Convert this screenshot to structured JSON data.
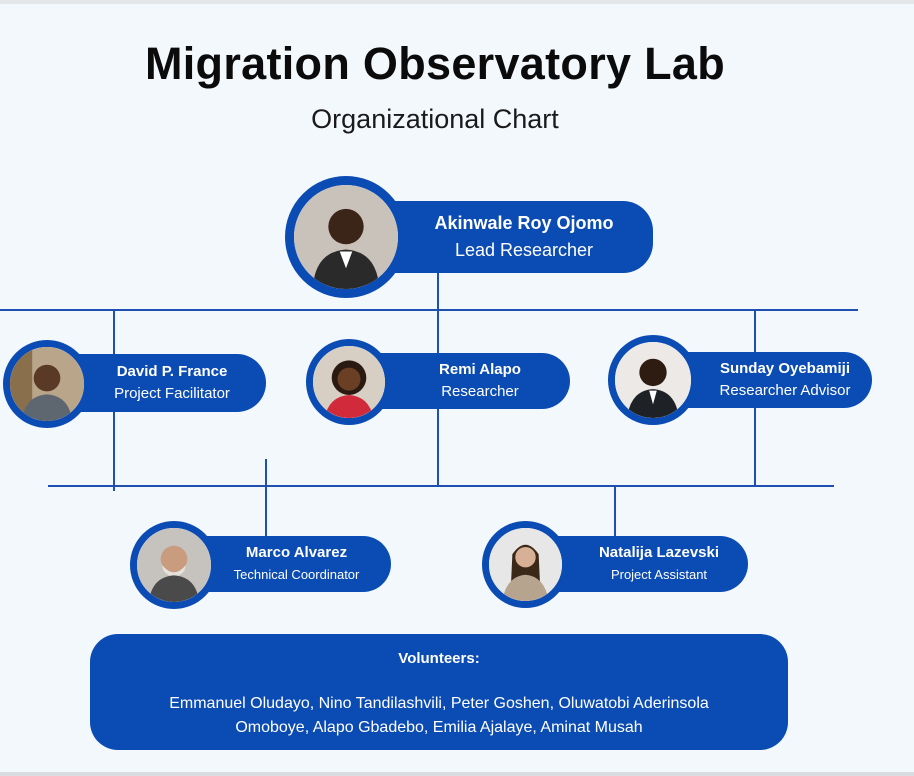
{
  "title": "Migration Observatory Lab",
  "subtitle": "Organizational Chart",
  "colors": {
    "primary": "#0b4bb4",
    "line": "#1f4fb0",
    "background": "#f3f8fd"
  },
  "lead": {
    "name": "Akinwale Roy Ojomo",
    "role": "Lead Researcher"
  },
  "level2": [
    {
      "name": "David P. France",
      "role": "Project Facilitator"
    },
    {
      "name": "Remi Alapo",
      "role": "Researcher"
    },
    {
      "name": "Sunday Oyebamiji",
      "role": "Researcher Advisor"
    }
  ],
  "level3": [
    {
      "name": "Marco Alvarez",
      "role": "Technical Coordinator"
    },
    {
      "name": "Natalija Lazevski",
      "role": "Project Assistant"
    }
  ],
  "volunteers": {
    "title": "Volunteers:",
    "line1": "Emmanuel Oludayo, Nino Tandilashvili, Peter Goshen, Oluwatobi Aderinsola",
    "line2": "Omoboye, Alapo Gbadebo, Emilia Ajalaye, Aminat Musah"
  }
}
